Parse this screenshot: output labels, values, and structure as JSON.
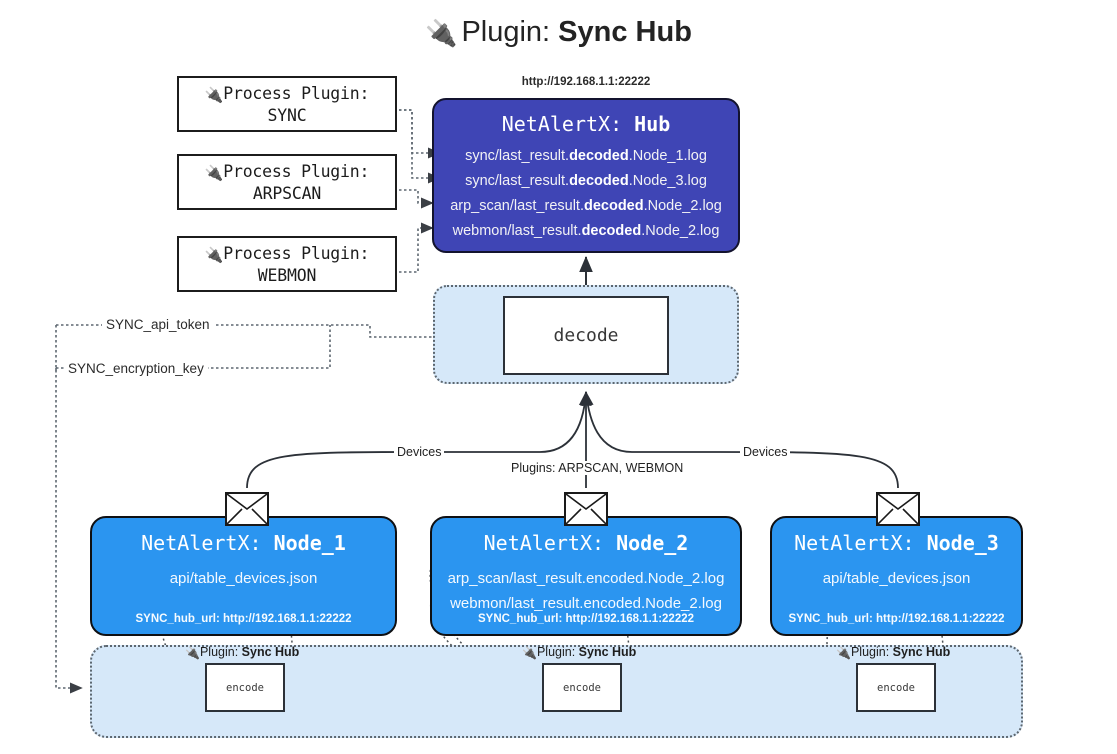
{
  "title": {
    "icon": "plug-icon",
    "prefix": "Plugin: ",
    "name": "Sync Hub"
  },
  "process_plugins": [
    {
      "icon": "plug-icon",
      "line1": "Process Plugin:",
      "line2": "SYNC"
    },
    {
      "icon": "plug-icon",
      "line1": "Process Plugin:",
      "line2": "ARPSCAN"
    },
    {
      "icon": "plug-icon",
      "line1": "Process Plugin:",
      "line2": "WEBMON"
    }
  ],
  "hub": {
    "url": "http://192.168.1.1:22222",
    "title_prefix": "NetAlertX: ",
    "title_name": "Hub",
    "logs": [
      {
        "pre": "sync/last_result.",
        "mid": "decoded",
        "post": ".Node_1.log"
      },
      {
        "pre": "sync/last_result.",
        "mid": "decoded",
        "post": ".Node_3.log"
      },
      {
        "pre": "arp_scan/last_result.",
        "mid": "decoded",
        "post": ".Node_2.log"
      },
      {
        "pre": "webmon/last_result.",
        "mid": "decoded",
        "post": ".Node_2.log"
      }
    ]
  },
  "decode": {
    "label": "decode"
  },
  "tokens": {
    "api_token": "SYNC_api_token",
    "encryption_key": "SYNC_encryption_key"
  },
  "edge_labels": {
    "devices_left": "Devices",
    "devices_right": "Devices",
    "plugins_center": "Plugins: ARPSCAN, WEBMON"
  },
  "nodes": [
    {
      "title_prefix": "NetAlertX: ",
      "title_name": "Node_1",
      "lines": [
        "api/table_devices.json"
      ],
      "footer": "SYNC_hub_url: http://192.168.1.1:22222"
    },
    {
      "title_prefix": "NetAlertX: ",
      "title_name": "Node_2",
      "lines": [
        "arp_scan/last_result.encoded.Node_2.log",
        "webmon/last_result.encoded.Node_2.log"
      ],
      "footer": "SYNC_hub_url: http://192.168.1.1:22222"
    },
    {
      "title_prefix": "NetAlertX: ",
      "title_name": "Node_3",
      "lines": [
        "api/table_devices.json"
      ],
      "footer": "SYNC_hub_url: http://192.168.1.1:22222"
    }
  ],
  "encode_band": {
    "captions": [
      {
        "icon": "plug-icon",
        "prefix": "Plugin: ",
        "name": "Sync Hub"
      },
      {
        "icon": "plug-icon",
        "prefix": "Plugin: ",
        "name": "Sync Hub"
      },
      {
        "icon": "plug-icon",
        "prefix": "Plugin: ",
        "name": "Sync Hub"
      }
    ],
    "boxes": [
      {
        "label": "encode"
      },
      {
        "label": "encode"
      },
      {
        "label": "encode"
      }
    ]
  },
  "colors": {
    "hub_fill": "#3f45b5",
    "node_fill": "#2b95f0",
    "group_fill": "#d6e8f9",
    "stroke": "#1a1a1a",
    "page_bg": "#ffffff"
  }
}
